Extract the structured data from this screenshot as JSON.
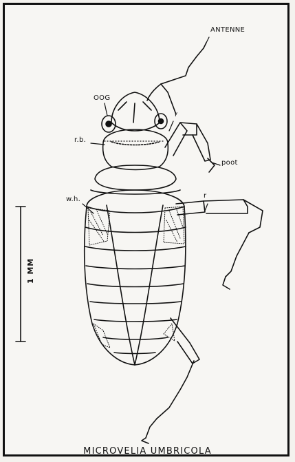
{
  "labels": {
    "antenne": "ANTENNE",
    "oog": "OOG",
    "rb": "r.b.",
    "r_top": "r",
    "poot": "poot",
    "r_mid": "r",
    "wh": "w.h."
  },
  "scale_bar": {
    "label": "1 MM"
  },
  "caption": "MICROVELIA UMBRICOLA"
}
